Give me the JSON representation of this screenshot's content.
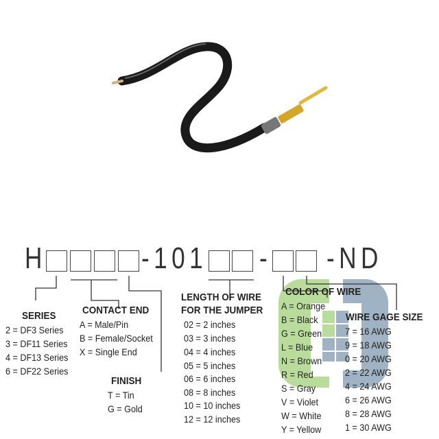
{
  "part_number": {
    "prefix": "H",
    "middle": "-101",
    "dash": "-",
    "suffix": "-ND"
  },
  "series": {
    "heading": "SERIES",
    "items": [
      "2 = DF3 Series",
      "3 = DF11 Series",
      "4 = DF13 Series",
      "6 = DF22 Series"
    ]
  },
  "contact_end": {
    "heading": "CONTACT END",
    "items": [
      "A = Male/Pin",
      "B = Female/Socket",
      "X = Single End"
    ]
  },
  "finish": {
    "heading": "FINISH",
    "items": [
      "T = Tin",
      "G = Gold"
    ]
  },
  "length": {
    "heading1": "LENGTH OF WIRE",
    "heading2": "FOR THE JUMPER",
    "items": [
      "02 = 2 inches",
      "03 = 3 inches",
      "04 = 4 inches",
      "05 = 5 inches",
      "06 = 6 inches",
      "08 = 8 inches",
      "10 = 10 inches",
      "12 = 12 inches"
    ]
  },
  "color": {
    "heading": "COLOR OF WIRE",
    "items": [
      "A = Orange",
      "B = Black",
      "G = Green",
      "L = Blue",
      "N = Brown",
      "R = Red",
      "S = Gray",
      "V = Violet",
      "W = White",
      "Y = Yellow"
    ]
  },
  "gage": {
    "heading": "WIRE GAGE SIZE",
    "items": [
      "7 = 16 AWG",
      "9 = 18 AWG",
      "0 = 20 AWG",
      "2 = 22 AWG",
      "4 = 24 AWG",
      "6 = 26 AWG",
      "8 = 28 AWG",
      "1 = 30 AWG"
    ]
  },
  "colors": {
    "logo_green": "#b9dc9c",
    "logo_blue": "#9fb3c4",
    "text": "#222222"
  }
}
